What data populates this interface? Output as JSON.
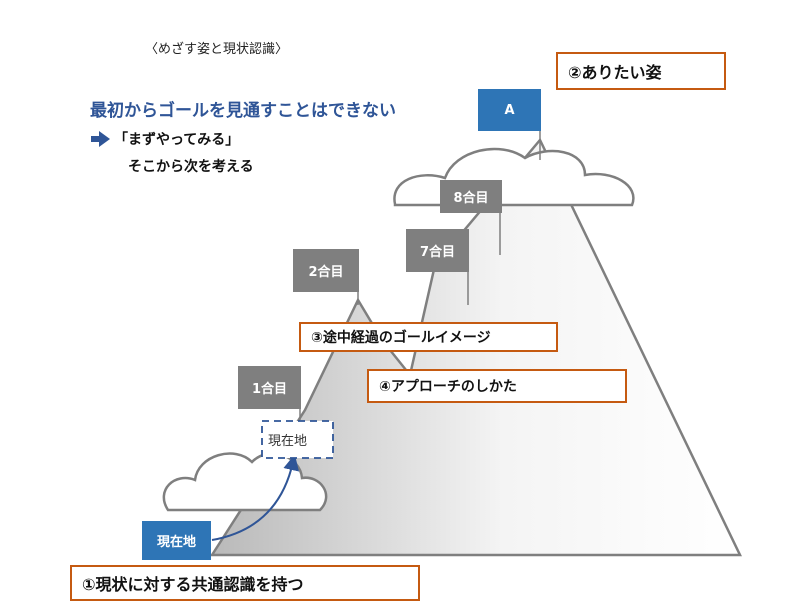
{
  "header": {
    "title": "〈めざす姿と現状認識〉"
  },
  "message": {
    "headline": "最初からゴールを見通すことはできない",
    "point1": "「まずやってみる」",
    "point2": "そこから次を考える"
  },
  "labels": {
    "ideal": "②ありたい姿",
    "interim_goal": "③途中経過のゴールイメージ",
    "approach": "④アプローチのしかた",
    "current_recognition": "①現状に対する共通認識を持つ"
  },
  "flags": {
    "summit": "A",
    "station8": "8合目",
    "station7": "7合目",
    "station2": "2合目",
    "station1": "1合目"
  },
  "positions": {
    "current": "現在地",
    "next": "現在地"
  },
  "colors": {
    "accent_orange": "#c55a11",
    "headline_blue": "#2f5597",
    "flag_grey": "#7f7f7f",
    "flag_blue": "#2e75b6",
    "dashed_blue": "#2f5597"
  }
}
